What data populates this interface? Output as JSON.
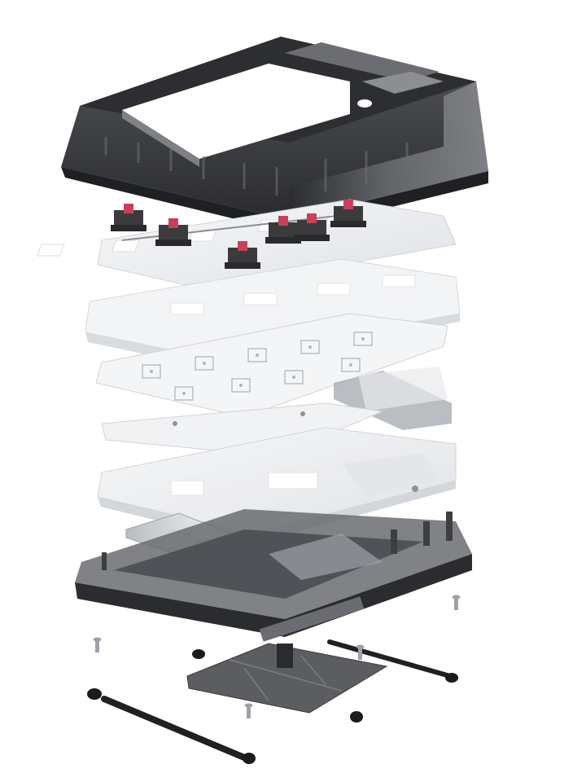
{
  "colors": {
    "background": "#ffffff",
    "smoked_case": "#3a3c40",
    "smoked_case_light": "#5f6166",
    "smoked_case_dark": "#1f2023",
    "frosted_plate": "#eef0f2",
    "frosted_edge": "#d5d8dc",
    "pcb_white": "#f4f5f6",
    "switch_housing": "#3b3b3d",
    "switch_stem": "#c8415a",
    "rubber_foot": "#1b1b1c",
    "screw": "#9ea2a8",
    "stabilizer_wire": "#8a8d92"
  },
  "components": [
    "top-case",
    "switches",
    "switch-plate",
    "plate-foam",
    "pcb",
    "bottom-foam",
    "gasket-tray",
    "daughterboard",
    "bottom-case",
    "weight-plate",
    "rubber-feet",
    "feet-bars",
    "screws"
  ]
}
